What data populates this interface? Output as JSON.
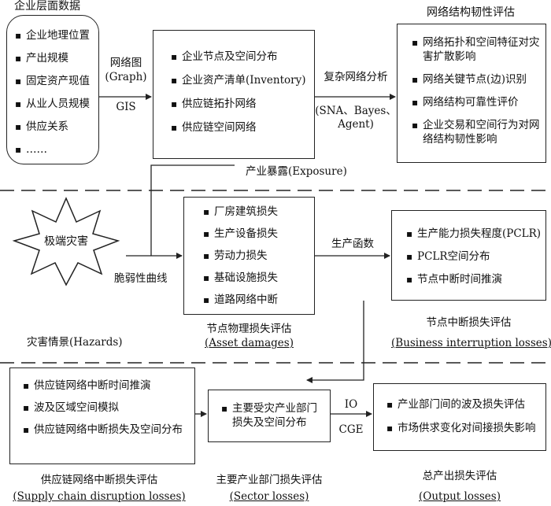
{
  "enterprise": {
    "title": "企业层面数据",
    "items": [
      "企业地理位置",
      "产出规模",
      "固定资产现值",
      "从业人员规模",
      "供应关系",
      "……"
    ]
  },
  "edge_graph": {
    "line1": "网络图",
    "line2": "(Graph)",
    "line3": "GIS"
  },
  "exposure_box": {
    "items": [
      "企业节点及空间分布",
      "企业资产清单(Inventory)",
      "供应链拓扑网络",
      "供应链空间网络"
    ],
    "caption": "产业暴露(Exposure)"
  },
  "edge_network": {
    "line1": "复杂网络分析",
    "line2": "(SNA、Bayes、",
    "line3": "Agent)"
  },
  "resilience": {
    "title": "网络结构韧性评估",
    "items": [
      "网络拓扑和空间特征对灾害扩散影响",
      "网络关键节点(边)识别",
      "网络结构可靠性评价",
      "企业交易和空间行为对网络结构韧性影响"
    ]
  },
  "hazard": {
    "label": "极端灾害",
    "curve": "脆弱性曲线",
    "caption": "灾害情景(Hazards)"
  },
  "asset": {
    "items": [
      "厂房建筑损失",
      "生产设备损失",
      "劳动力损失",
      "基础设施损失",
      "道路网络中断"
    ],
    "caption_cn": "节点物理损失评估",
    "caption_en": "(Asset damages)"
  },
  "edge_production": {
    "label": "生产函数"
  },
  "business": {
    "items": [
      "生产能力损失程度(PCLR)",
      "PCLR空间分布",
      "节点中断时间推演"
    ],
    "caption_cn": "节点中断损失评估",
    "caption_en": "(Business interruption losses)"
  },
  "supply": {
    "items": [
      "供应链网络中断时间推演",
      "波及区域空间模拟",
      "供应链网络中断损失及空间分布"
    ],
    "caption_cn": "供应链网络中断损失评估",
    "caption_en": "(Supply chain disruption losses)"
  },
  "sector": {
    "items": [
      "主要受灾产业部门损失及空间分布"
    ],
    "caption_cn": "主要产业部门损失评估",
    "caption_en": "(Sector losses)"
  },
  "edge_io": {
    "line1": "IO",
    "line2": "CGE"
  },
  "output": {
    "items": [
      "产业部门间的波及损失评估",
      "市场供求变化对间接损失影响"
    ],
    "caption_cn": "总产出损失评估",
    "caption_en": "(Output losses)"
  }
}
